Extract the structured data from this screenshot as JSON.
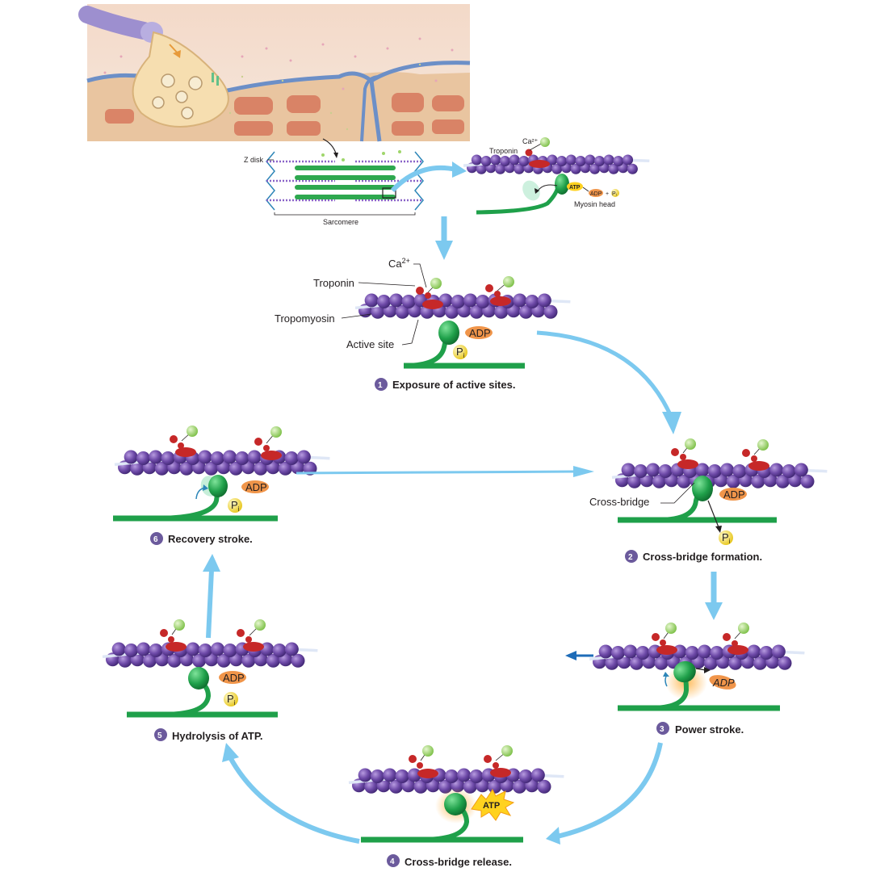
{
  "colors": {
    "actin": "#6e4aa8",
    "tropomyosin": "#c9d8ef",
    "troponin": "#c62828",
    "calcium": "#9fd66b",
    "myosin": "#1fa04a",
    "adp": "#f0954a",
    "phosphate": "#f4e243",
    "atp": "#ffd21f",
    "cycle_arrow": "#7cc9ef",
    "step_badge": "#6b5a9c"
  },
  "top_detail": {
    "z_disk_label": "Z disk",
    "sarcomere_label": "Sarcomere",
    "ca_label": "Ca²⁺",
    "troponin_label": "Troponin",
    "atp_label": "ATP",
    "adp_label": "ADP",
    "pi_label": "Pᵢ",
    "plus": "+",
    "myosin_head_label": "Myosin head"
  },
  "labels": {
    "ca": "Ca",
    "ca_sup": "2+",
    "troponin": "Troponin",
    "tropomyosin": "Tropomyosin",
    "active_site": "Active site",
    "cross_bridge": "Cross-bridge",
    "adp": "ADP",
    "p": "P",
    "p_sub": "i",
    "atp": "ATP"
  },
  "steps": [
    {
      "num": "1",
      "label": "Exposure of active sites."
    },
    {
      "num": "2",
      "label": "Cross-bridge formation."
    },
    {
      "num": "3",
      "label": "Power stroke."
    },
    {
      "num": "4",
      "label": "Cross-bridge release."
    },
    {
      "num": "5",
      "label": "Hydrolysis of ATP."
    },
    {
      "num": "6",
      "label": "Recovery stroke."
    }
  ]
}
